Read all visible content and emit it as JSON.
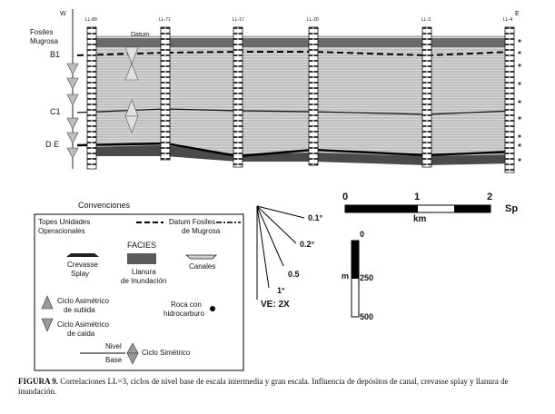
{
  "section": {
    "west_label": "W",
    "east_label": "E",
    "wells": [
      "LL-89",
      "LL-71",
      "LL-17",
      "LL-20",
      "LL-3",
      "LL-4"
    ],
    "left_labels": {
      "fosiles": "Fosiles",
      "mugrosa": "Mugrosa",
      "b1": "B1",
      "c1": "C1",
      "de": "D E"
    },
    "datum_label": "Datum"
  },
  "legend": {
    "title": "Convenciones",
    "topes_1": "Topes Unidades",
    "topes_2": "Operacionales",
    "datum_1": "Datum Fosiles",
    "datum_2": "de Mugrosa",
    "facies_title": "FACIES",
    "crevasse_1": "Crevasse",
    "crevasse_2": "Splay",
    "llanura_1": "Llanura",
    "llanura_2": "de Inundación",
    "canales": "Canales",
    "ciclo_subida_1": "Ciclo Asimétrico",
    "ciclo_subida_2": "de subida",
    "ciclo_caida_1": "Ciclo Asimétrico",
    "ciclo_caida_2": "de caida",
    "roca_1": "Roca con",
    "roca_2": "hidrocarburo",
    "nivel_1": "Nivel",
    "nivel_2": "Base",
    "ciclo_simetrico": "Ciclo Simétrico"
  },
  "dip_scale": {
    "labels": [
      "0.1°",
      "0.2°",
      "0.5",
      "1°"
    ],
    "ve": "VE: 2X"
  },
  "h_scale": {
    "ticks": [
      "0",
      "1",
      "2"
    ],
    "unit": "km",
    "sp": "Sp"
  },
  "v_scale": {
    "ticks": [
      "0",
      "250",
      "500"
    ],
    "unit": "m"
  },
  "caption": {
    "label": "FIGURA 9.",
    "text": " Correlaciones LL=3, ciclos de nivel base de escala intermedia y gran escala. Influencia de depósitos de canal, crevasse splay y llanura de inundación."
  }
}
